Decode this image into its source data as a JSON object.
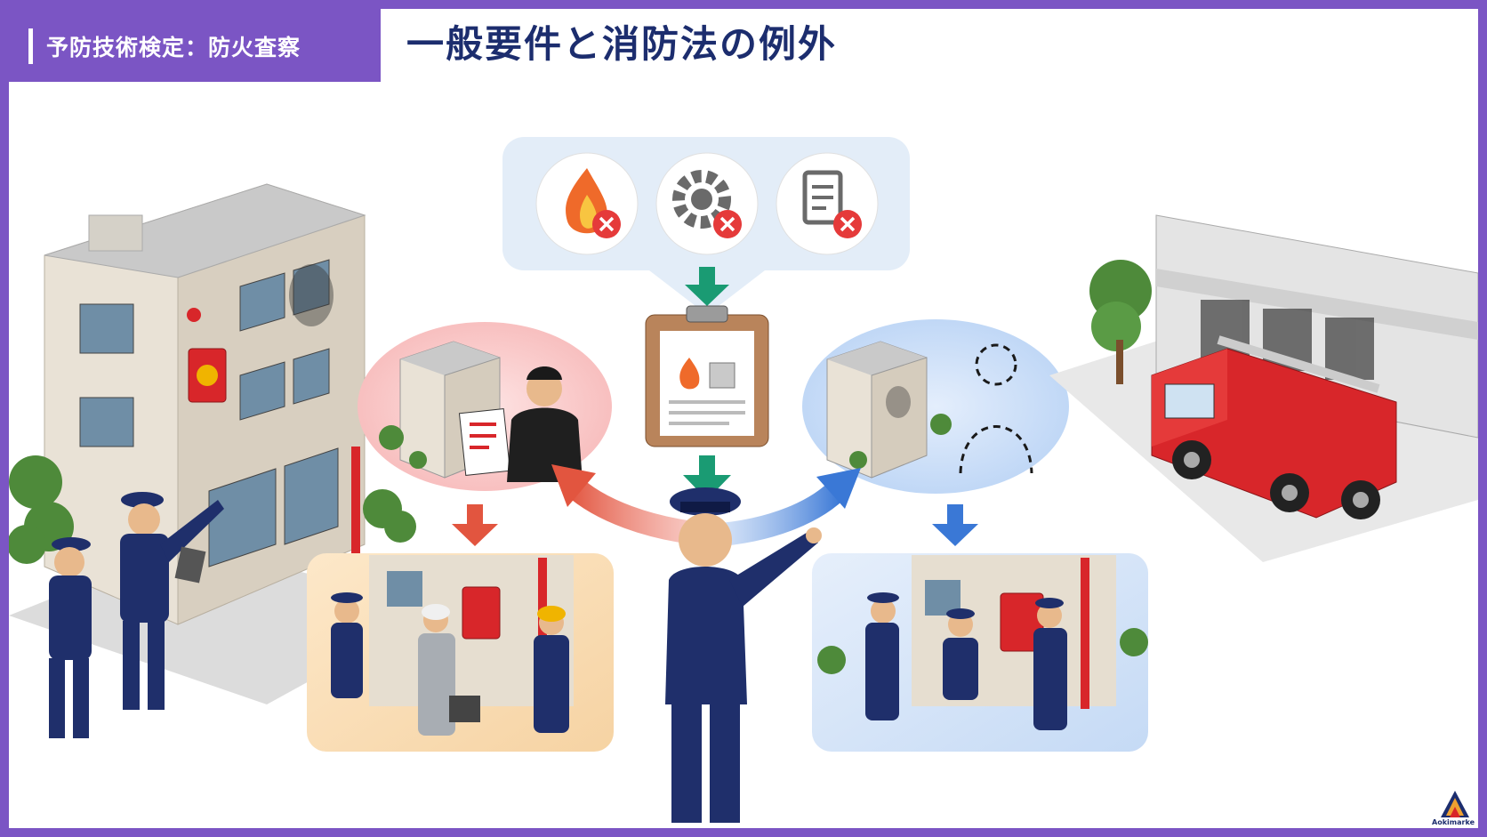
{
  "header": {
    "tag": "予防技術検定：防火査察",
    "title": "一般要件と消防法の例外"
  },
  "colors": {
    "accent_purple": "#7b55c4",
    "title_navy": "#1c2d6e",
    "arrow_green": "#1a9b73",
    "arrow_red": "#e2553f",
    "arrow_blue": "#3a78d6"
  },
  "icons": [
    "fire-prohibited-icon",
    "gear-prohibited-icon",
    "document-prohibited-icon",
    "clipboard-icon"
  ],
  "logo": {
    "text": "Aokimarke"
  }
}
